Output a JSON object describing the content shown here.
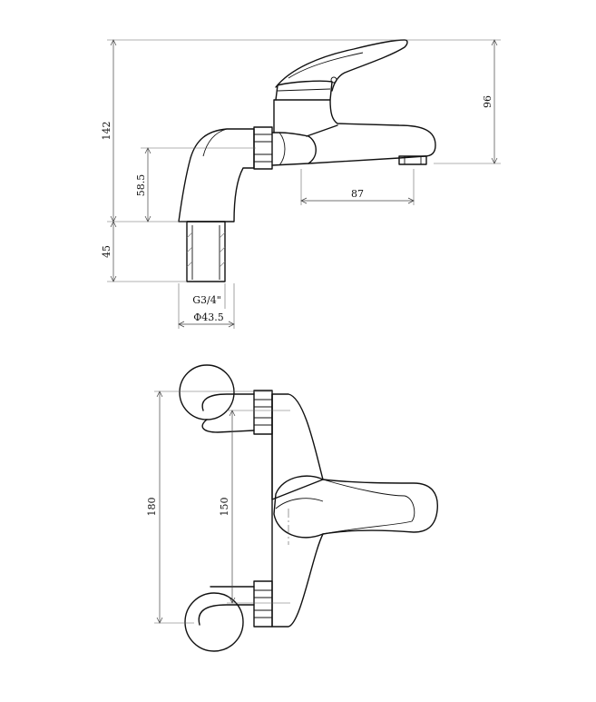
{
  "drawing": {
    "side_view": {
      "dim_overall_height": "142",
      "dim_spout_height": "96",
      "dim_inlet_height": "58.5",
      "dim_spout_reach": "87",
      "dim_thread_length": "45",
      "thread_label": "G3/4\"",
      "dim_diameter": "Φ43.5"
    },
    "top_view": {
      "dim_max_centers": "180",
      "dim_min_centers": "150"
    }
  }
}
